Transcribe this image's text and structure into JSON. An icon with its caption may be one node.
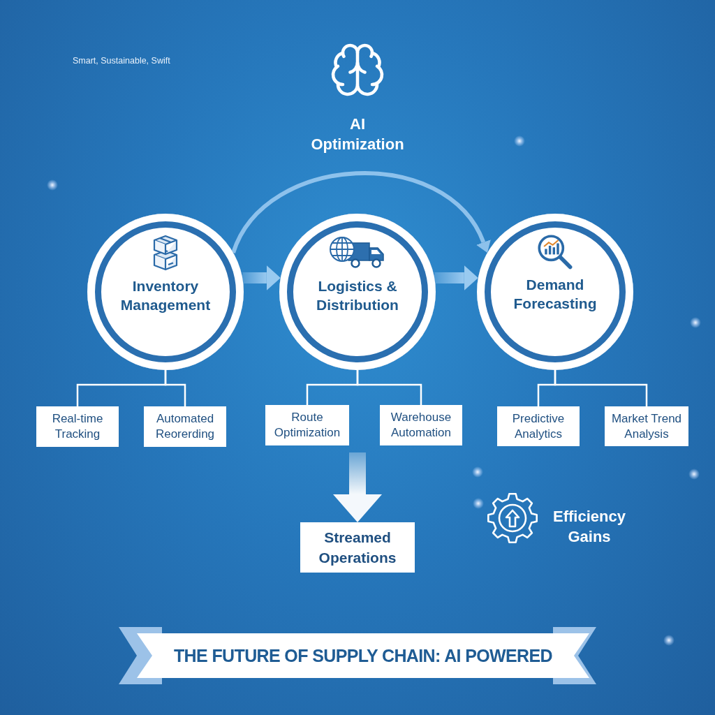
{
  "diagram": {
    "title": "THE FUTURE OF SUPPLY CHAIN: AI POWERED",
    "nodes": [
      {
        "text": [
          "Inventory Management"
        ]
      },
      {
        "text": [
          "Logistics & Distribution"
        ]
      },
      {
        "text": [
          "Demand Forecasting"
        ]
      },
      {
        "text": [
          "Real-time Tracking"
        ]
      },
      {
        "text": [
          "Automated Reorerding"
        ]
      },
      {
        "text": [
          "Route Optimization"
        ]
      },
      {
        "text": [
          "Warehouse Automation"
        ]
      },
      {
        "text": [
          "Predictive Analytics"
        ]
      },
      {
        "text": [
          "Market Trend Analysis"
        ]
      },
      {
        "text": [
          "Streamed Operations"
        ]
      }
    ],
    "edges": [
      {
        "from": 0,
        "to": 1,
        "arrow": "to",
        "style": "thick",
        "color": "#9fcdf2"
      },
      {
        "from": 1,
        "to": 2,
        "arrow": "to",
        "style": "thick",
        "color": "#9fcdf2"
      },
      {
        "from": 0,
        "to": 2,
        "arrow": "to",
        "style": "thick",
        "color": "#9fcdf2"
      },
      {
        "from": 0,
        "to": 3,
        "arrow": "none"
      },
      {
        "from": 0,
        "to": 4,
        "arrow": "none"
      },
      {
        "from": 1,
        "to": 5,
        "arrow": "none"
      },
      {
        "from": 1,
        "to": 6,
        "arrow": "none"
      },
      {
        "from": 2,
        "to": 7,
        "arrow": "none"
      },
      {
        "from": 2,
        "to": 8,
        "arrow": "none"
      },
      {
        "from": null,
        "to": 9,
        "arrow": "to",
        "style": "thick"
      }
    ],
    "labels": [
      "Smart, Sustainable, Swift",
      "AI Optimization",
      "Efficiency Gains"
    ]
  }
}
